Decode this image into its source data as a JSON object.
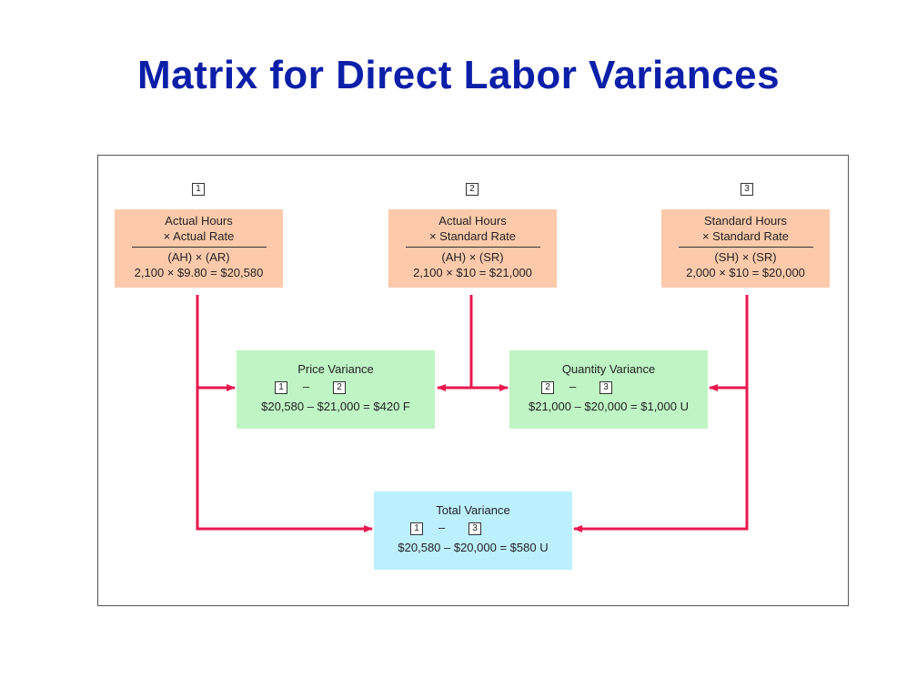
{
  "title": "Matrix for Direct Labor Variances",
  "columns": [
    {
      "num": "1",
      "line1": "Actual Hours",
      "line2": "× Actual Rate",
      "formula": "(AH) × (AR)",
      "calc": "2,100 × $9.80 = $20,580"
    },
    {
      "num": "2",
      "line1": "Actual Hours",
      "line2": "× Standard Rate",
      "formula": "(AH) × (SR)",
      "calc": "2,100 × $10 = $21,000"
    },
    {
      "num": "3",
      "line1": "Standard Hours",
      "line2": "× Standard Rate",
      "formula": "(SH) × (SR)",
      "calc": "2,000 × $10 = $20,000"
    }
  ],
  "price_variance": {
    "label": "Price Variance",
    "a": "1",
    "b": "2",
    "dash": "–",
    "calc": "$20,580 – $21,000 = $420 F"
  },
  "quantity_variance": {
    "label": "Quantity Variance",
    "a": "2",
    "b": "3",
    "dash": "–",
    "calc": "$21,000 – $20,000 = $1,000 U"
  },
  "total_variance": {
    "label": "Total Variance",
    "a": "1",
    "b": "3",
    "dash": "–",
    "calc": "$20,580 – $20,000 = $580 U"
  },
  "colors": {
    "title": "#0b1fa8",
    "arrow": "#e8184f",
    "orange": "#fccaaa",
    "green": "#bff5c4",
    "blue": "#bdf0ff"
  }
}
